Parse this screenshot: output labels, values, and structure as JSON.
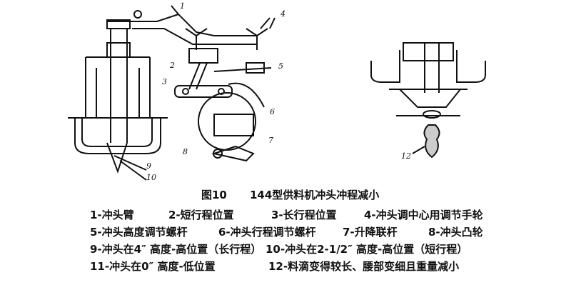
{
  "figure": {
    "number": "图10",
    "title": "144型供料机冲头冲程减小"
  },
  "callouts": [
    "1",
    "2",
    "3",
    "4",
    "5",
    "6",
    "7",
    "8",
    "9",
    "10",
    "12"
  ],
  "legend": [
    [
      "1-冲头臂",
      "2-短行程位置",
      "3-长行程位置",
      "4-冲头调中心用调节手轮"
    ],
    [
      "5-冲头高度调节螺杆",
      "6-冲头行程调节螺杆",
      "7-升降联杆",
      "8-冲头凸轮"
    ],
    [
      "9-冲头在4″ 高度-高位置（长行程）",
      "10-冲头在2-1/2″ 高度-高位置（短行程）"
    ],
    [
      "11-冲头在0″ 高度-低位置",
      "12-料滴变得较长、腰部变细且重量减小"
    ]
  ]
}
